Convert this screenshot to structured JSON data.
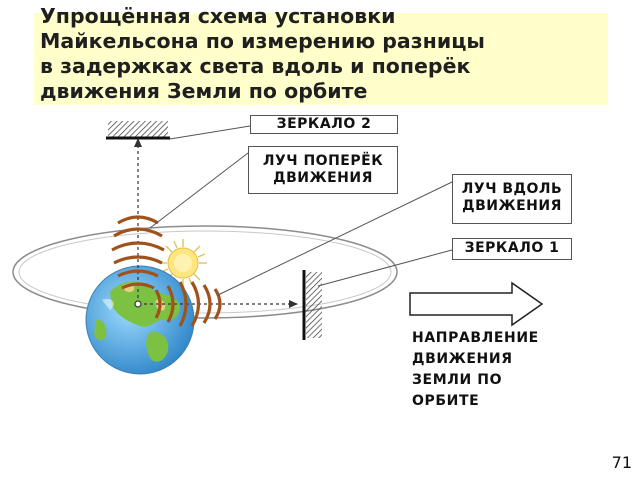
{
  "title": "Упрощённая схема установки\nМайкельсона по измерению разницы\nв задержках света вдоль и поперёк\nдвижения Земли по орбите",
  "labels": {
    "mirror2": "ЗЕРКАЛО 2",
    "beam_across": "ЛУЧ ПОПЕРЁК ДВИЖЕНИЯ",
    "beam_along": "ЛУЧ ВДОЛЬ ДВИЖЕНИЯ",
    "mirror1": "ЗЕРКАЛО 1",
    "direction": "НАПРАВЛЕНИЕ\nДВИЖЕНИЯ\nЗЕМЛИ  ПО\nОРБИТЕ"
  },
  "page_number": "71",
  "colors": {
    "title_bg": "#ffffcc",
    "wave": "#a0521a",
    "sun": "#ffe680",
    "earth_ocean": "#5fb6e8",
    "earth_land": "#7cc142",
    "orbit": "#8c8c8c"
  }
}
